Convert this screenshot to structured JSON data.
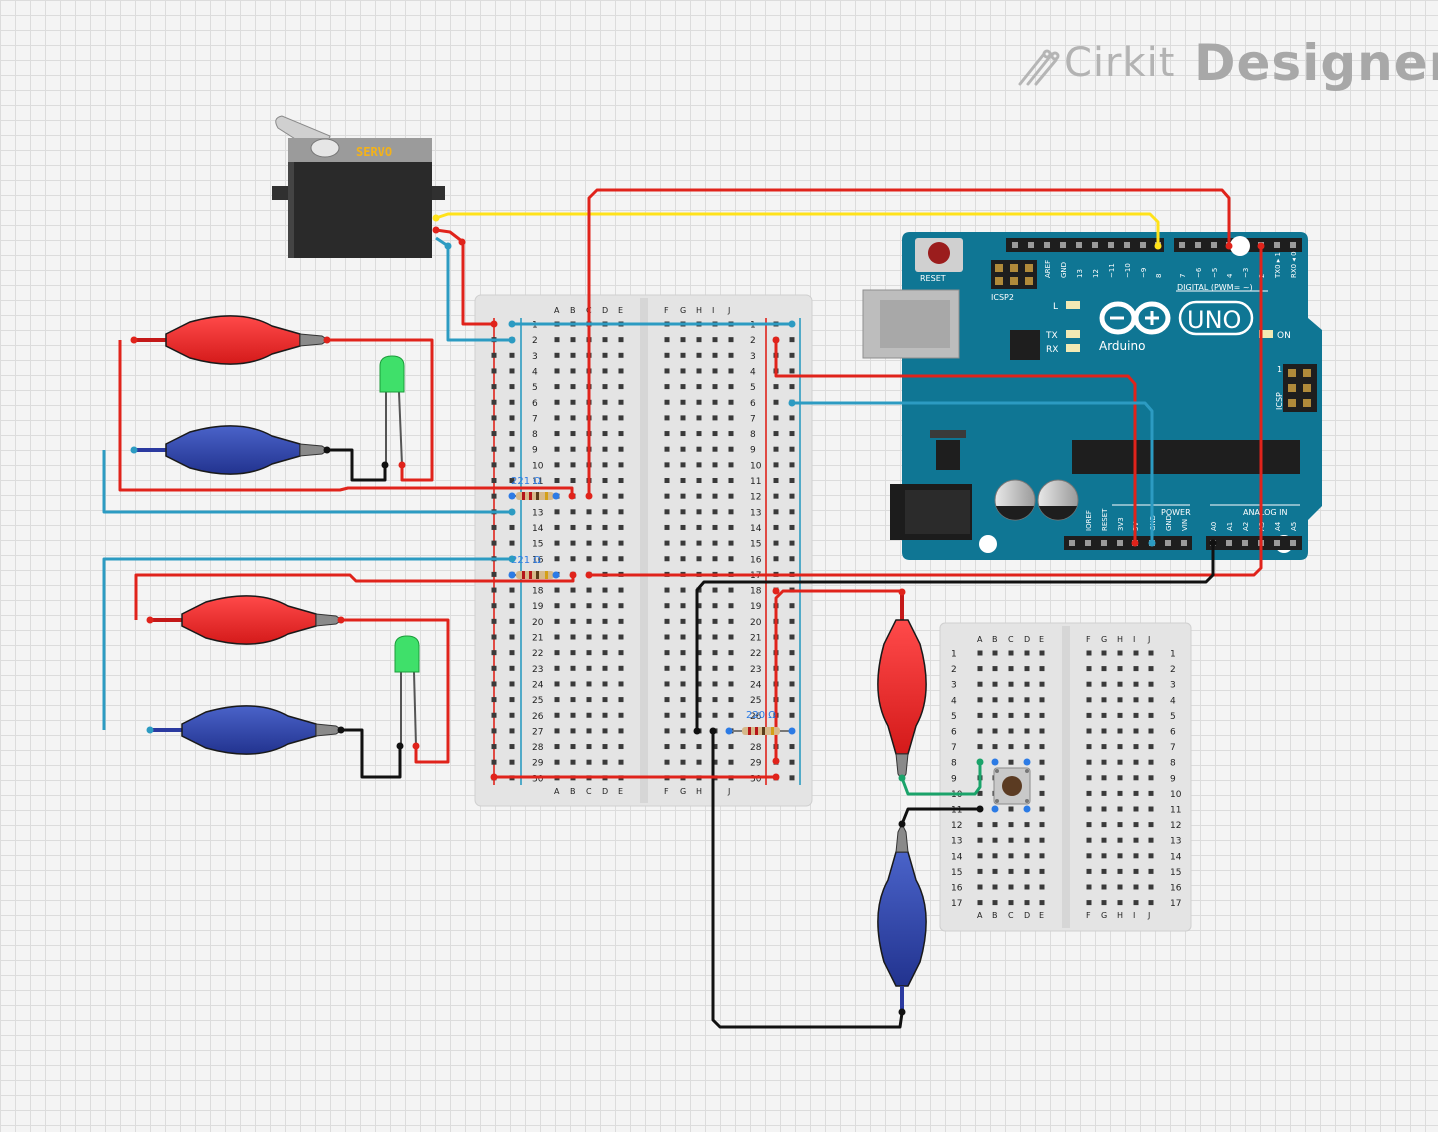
{
  "brand": {
    "name_part1": "Cirkit",
    "name_part2": "Designer"
  },
  "servo": {
    "label": "SERVO"
  },
  "breadboard_main": {
    "col_left": [
      "A",
      "B",
      "C",
      "D",
      "E"
    ],
    "col_right": [
      "F",
      "G",
      "H",
      "I",
      "J"
    ],
    "rows": 30
  },
  "breadboard_small": {
    "col_left": [
      "A",
      "B",
      "C",
      "D",
      "E"
    ],
    "col_right": [
      "F",
      "G",
      "H",
      "I",
      "J"
    ],
    "rows": 17
  },
  "resistors": [
    {
      "label": "221 Ω"
    },
    {
      "label": "221 Ω"
    },
    {
      "label": "220 Ω"
    }
  ],
  "arduino": {
    "reset_label": "RESET",
    "icsp2_label": "ICSP2",
    "icsp_label": "ICSP",
    "brand": "Arduino",
    "model": "UNO",
    "l_label": "L",
    "tx_label": "TX",
    "rx_label": "RX",
    "on_label": "ON",
    "digital_label": "DIGITAL (PWM= ~)",
    "power_label": "POWER",
    "analog_label": "ANALOG IN",
    "top_pins_left": [
      "AREF",
      "GND",
      "13",
      "12",
      "~11",
      "~10",
      "~9",
      "8"
    ],
    "top_pins_right": [
      "7",
      "~6",
      "~5",
      "4",
      "~3",
      "2",
      "TX0 ▸ 1",
      "RX0 ◂ 0"
    ],
    "power_pins": [
      "IOREF",
      "RESET",
      "3V3",
      "5V",
      "GND",
      "GND",
      "VIN"
    ],
    "analog_pins": [
      "A0",
      "A1",
      "A2",
      "A3",
      "A4",
      "A5"
    ],
    "icsp_num": "1"
  }
}
